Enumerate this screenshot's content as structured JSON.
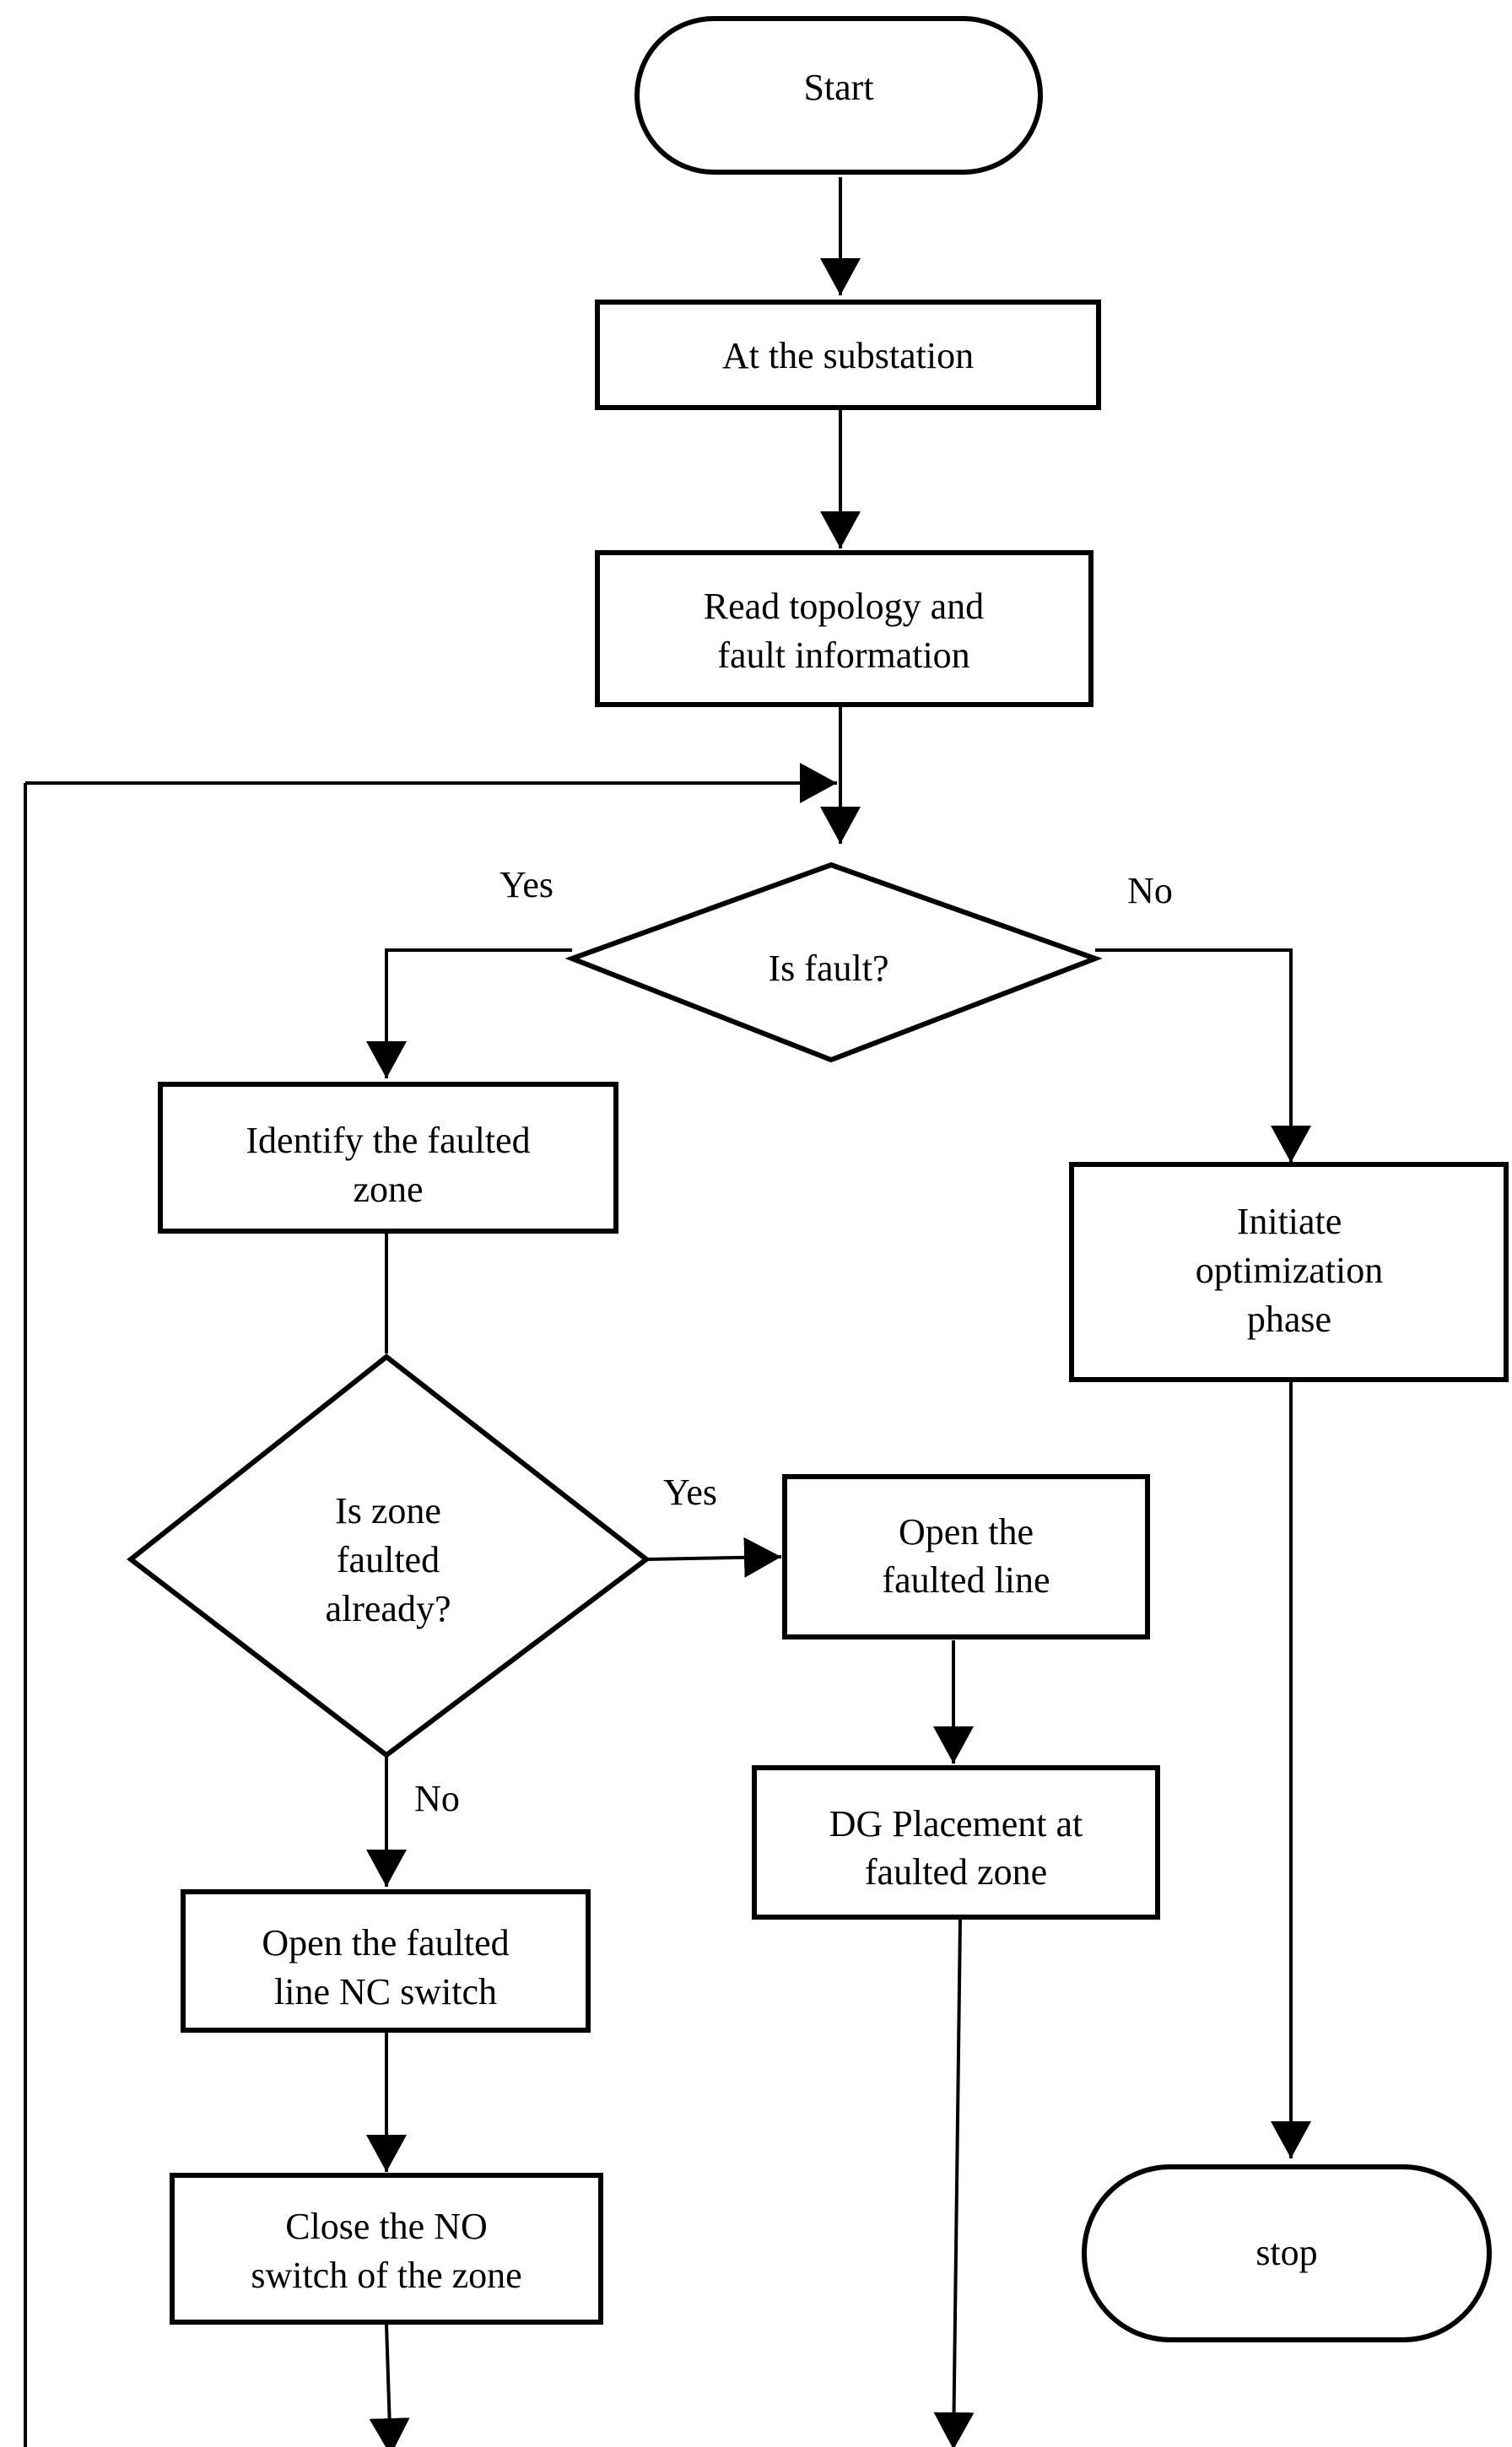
{
  "nodes": {
    "start": "Start",
    "substation": "At the substation",
    "read_topology": [
      "Read topology and",
      "fault information"
    ],
    "is_fault": "Is fault?",
    "identify_zone": [
      "Identify the faulted",
      "zone"
    ],
    "initiate_optimization": [
      "Initiate",
      "optimization",
      "phase"
    ],
    "is_zone_faulted": [
      "Is zone",
      "faulted",
      "already?"
    ],
    "open_faulted_line": [
      "Open the",
      "faulted line"
    ],
    "dg_placement": [
      "DG Placement at",
      "faulted zone"
    ],
    "open_nc_switch": [
      "Open the faulted",
      "line NC switch"
    ],
    "close_no_switch": [
      "Close the NO",
      "switch of the zone"
    ],
    "stop": "stop"
  },
  "edge_labels": {
    "fault_yes": "Yes",
    "fault_no": "No",
    "zone_yes": "Yes",
    "zone_no": "No"
  },
  "colors": {
    "stroke": "#000000",
    "background": "#ffffff"
  }
}
